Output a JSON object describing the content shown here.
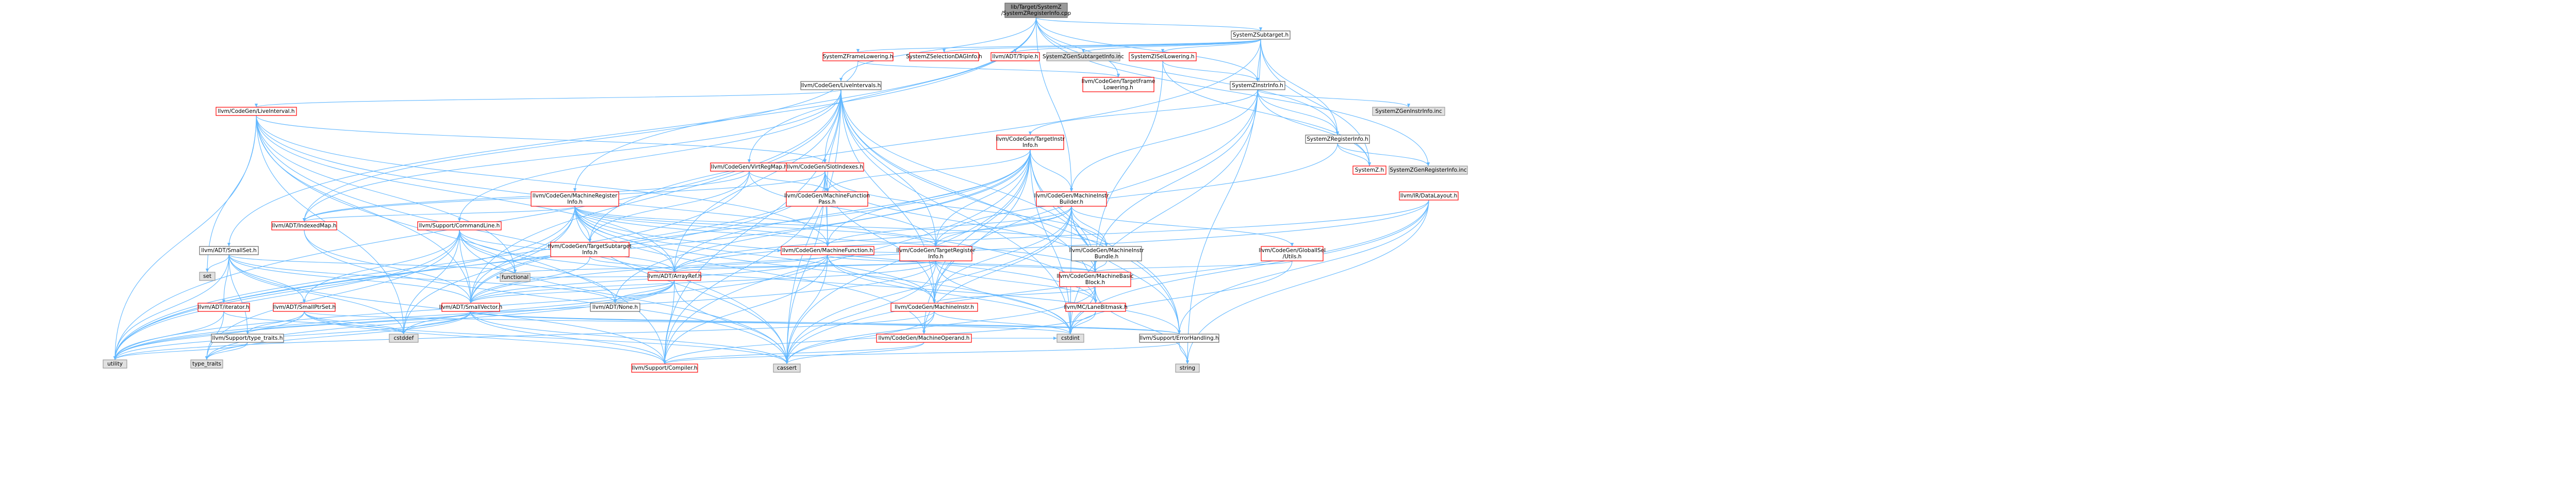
{
  "colors": {
    "root_fill": "#999999",
    "root_border": "#666666",
    "root_text": "#000000",
    "link_border": "#ff0000",
    "link_text": "#000000",
    "doc_border": "#666666",
    "doc_fill": "#ffffff",
    "ext_fill": "#e0e0e0",
    "ext_border": "#999999",
    "edge": "#63b8ff"
  },
  "nodes": [
    {
      "id": "root",
      "kind": "root",
      "lines": [
        "lib/Target/SystemZ",
        "/SystemZRegisterInfo.cpp"
      ]
    },
    {
      "id": "subtarget",
      "kind": "doc",
      "lines": [
        "SystemZSubtarget.h"
      ]
    },
    {
      "id": "framelowering",
      "kind": "link",
      "lines": [
        "SystemZFrameLowering.h"
      ]
    },
    {
      "id": "seldag",
      "kind": "link",
      "lines": [
        "SystemZSelectionDAGInfo.h"
      ]
    },
    {
      "id": "triple",
      "kind": "link",
      "lines": [
        "llvm/ADT/Triple.h"
      ]
    },
    {
      "id": "gensubtarget",
      "kind": "ext",
      "lines": [
        "SystemZGenSubtargetInfo.inc"
      ]
    },
    {
      "id": "isellowering",
      "kind": "link",
      "lines": [
        "SystemZISelLowering.h"
      ]
    },
    {
      "id": "liveintervals",
      "kind": "doc",
      "lines": [
        "llvm/CodeGen/LiveIntervals.h"
      ]
    },
    {
      "id": "tfl",
      "kind": "link",
      "lines": [
        "llvm/CodeGen/TargetFrame",
        "Lowering.h"
      ]
    },
    {
      "id": "instrinfo",
      "kind": "doc",
      "lines": [
        "SystemZInstrInfo.h"
      ]
    },
    {
      "id": "liveinterval",
      "kind": "link",
      "lines": [
        "llvm/CodeGen/LiveInterval.h"
      ]
    },
    {
      "id": "tii",
      "kind": "link",
      "lines": [
        "llvm/CodeGen/TargetInstr",
        "Info.h"
      ]
    },
    {
      "id": "genctrl",
      "kind": "ext",
      "lines": [
        "SystemZGenInstrInfo.inc"
      ]
    },
    {
      "id": "reginfo",
      "kind": "doc",
      "lines": [
        "SystemZRegisterInfo.h"
      ]
    },
    {
      "id": "virtregmap",
      "kind": "link",
      "lines": [
        "llvm/CodeGen/VirtRegMap.h"
      ]
    },
    {
      "id": "slotindexes",
      "kind": "link",
      "lines": [
        "llvm/CodeGen/SlotIndexes.h"
      ]
    },
    {
      "id": "systemzh",
      "kind": "link",
      "lines": [
        "SystemZ.h"
      ]
    },
    {
      "id": "genreginfo",
      "kind": "ext",
      "lines": [
        "SystemZGenRegisterInfo.inc"
      ]
    },
    {
      "id": "mri",
      "kind": "link",
      "lines": [
        "llvm/CodeGen/MachineRegister",
        "Info.h"
      ]
    },
    {
      "id": "mfpass",
      "kind": "link",
      "lines": [
        "llvm/CodeGen/MachineFunction",
        "Pass.h"
      ]
    },
    {
      "id": "mib",
      "kind": "link",
      "lines": [
        "llvm/CodeGen/MachineInstr",
        "Builder.h"
      ]
    },
    {
      "id": "datalayout",
      "kind": "link",
      "lines": [
        "llvm/IR/DataLayout.h"
      ]
    },
    {
      "id": "indexedmap",
      "kind": "link",
      "lines": [
        "llvm/ADT/IndexedMap.h"
      ]
    },
    {
      "id": "cmdline",
      "kind": "link",
      "lines": [
        "llvm/Support/CommandLine.h"
      ]
    },
    {
      "id": "tsi",
      "kind": "link",
      "lines": [
        "llvm/CodeGen/TargetSubtarget",
        "Info.h"
      ]
    },
    {
      "id": "mf",
      "kind": "link",
      "lines": [
        "llvm/CodeGen/MachineFunction.h"
      ]
    },
    {
      "id": "tri",
      "kind": "link",
      "lines": [
        "llvm/CodeGen/TargetRegister",
        "Info.h"
      ]
    },
    {
      "id": "mibundle",
      "kind": "doc",
      "lines": [
        "llvm/CodeGen/MachineInstr",
        "Bundle.h"
      ]
    },
    {
      "id": "gisel",
      "kind": "link",
      "lines": [
        "llvm/CodeGen/GlobalISel",
        "/Utils.h"
      ]
    },
    {
      "id": "smallset",
      "kind": "doc",
      "lines": [
        "llvm/ADT/SmallSet.h"
      ]
    },
    {
      "id": "arrayref",
      "kind": "link",
      "lines": [
        "llvm/ADT/ArrayRef.h"
      ]
    },
    {
      "id": "mbb",
      "kind": "link",
      "lines": [
        "llvm/CodeGen/MachineBasic",
        "Block.h"
      ]
    },
    {
      "id": "set",
      "kind": "ext",
      "lines": [
        "set"
      ]
    },
    {
      "id": "iterator",
      "kind": "link",
      "lines": [
        "llvm/ADT/iterator.h"
      ]
    },
    {
      "id": "smallptrset",
      "kind": "link",
      "lines": [
        "llvm/ADT/SmallPtrSet.h"
      ]
    },
    {
      "id": "functional",
      "kind": "ext",
      "lines": [
        "functional"
      ]
    },
    {
      "id": "smallvector",
      "kind": "link",
      "lines": [
        "llvm/ADT/SmallVector.h"
      ]
    },
    {
      "id": "none",
      "kind": "doc",
      "lines": [
        "llvm/ADT/None.h"
      ]
    },
    {
      "id": "machineinstr",
      "kind": "link",
      "lines": [
        "llvm/CodeGen/MachineInstr.h"
      ]
    },
    {
      "id": "lanebitmask",
      "kind": "link",
      "lines": [
        "llvm/MC/LaneBitmask.h"
      ]
    },
    {
      "id": "typetraitsllvm",
      "kind": "doc",
      "lines": [
        "llvm/Support/type_traits.h"
      ]
    },
    {
      "id": "cstddef",
      "kind": "ext",
      "lines": [
        "cstddef"
      ]
    },
    {
      "id": "machineoperand",
      "kind": "link",
      "lines": [
        "llvm/CodeGen/MachineOperand.h"
      ]
    },
    {
      "id": "cstdint",
      "kind": "ext",
      "lines": [
        "cstdint"
      ]
    },
    {
      "id": "errorhandling",
      "kind": "doc",
      "lines": [
        "llvm/Support/ErrorHandling.h"
      ]
    },
    {
      "id": "utility",
      "kind": "ext",
      "lines": [
        "utility"
      ]
    },
    {
      "id": "typetraits",
      "kind": "ext",
      "lines": [
        "type_traits"
      ]
    },
    {
      "id": "compiler",
      "kind": "link",
      "lines": [
        "llvm/Support/Compiler.h"
      ]
    },
    {
      "id": "cassert",
      "kind": "ext",
      "lines": [
        "cassert"
      ]
    },
    {
      "id": "string",
      "kind": "ext",
      "lines": [
        "string"
      ]
    }
  ],
  "edges": [
    [
      "root",
      "subtarget"
    ],
    [
      "root",
      "instrinfo"
    ],
    [
      "root",
      "reginfo"
    ],
    [
      "root",
      "liveintervals"
    ],
    [
      "root",
      "virtregmap"
    ],
    [
      "root",
      "mib"
    ],
    [
      "root",
      "tfl"
    ],
    [
      "root",
      "smallset"
    ],
    [
      "root",
      "mri"
    ],
    [
      "root",
      "genreginfo"
    ],
    [
      "subtarget",
      "framelowering"
    ],
    [
      "subtarget",
      "seldag"
    ],
    [
      "subtarget",
      "triple"
    ],
    [
      "subtarget",
      "gensubtarget"
    ],
    [
      "subtarget",
      "isellowering"
    ],
    [
      "subtarget",
      "instrinfo"
    ],
    [
      "subtarget",
      "reginfo"
    ],
    [
      "subtarget",
      "string"
    ],
    [
      "subtarget",
      "tsi"
    ],
    [
      "subtarget",
      "systemzh"
    ],
    [
      "framelowering",
      "tfl"
    ],
    [
      "framelowering",
      "indexedmap"
    ],
    [
      "isellowering",
      "instrinfo"
    ],
    [
      "isellowering",
      "systemzh"
    ],
    [
      "isellowering",
      "mbb"
    ],
    [
      "instrinfo",
      "tii"
    ],
    [
      "instrinfo",
      "genctrl"
    ],
    [
      "instrinfo",
      "reginfo"
    ],
    [
      "instrinfo",
      "systemzh"
    ],
    [
      "instrinfo",
      "mib"
    ],
    [
      "instrinfo",
      "mbb"
    ],
    [
      "instrinfo",
      "cstdint"
    ],
    [
      "instrinfo",
      "machineinstr"
    ],
    [
      "reginfo",
      "systemzh"
    ],
    [
      "reginfo",
      "genreginfo"
    ],
    [
      "reginfo",
      "tri"
    ],
    [
      "liveintervals",
      "liveinterval"
    ],
    [
      "liveintervals",
      "slotindexes"
    ],
    [
      "liveintervals",
      "mbb"
    ],
    [
      "liveintervals",
      "mfpass"
    ],
    [
      "liveintervals",
      "tri"
    ],
    [
      "liveintervals",
      "indexedmap"
    ],
    [
      "liveintervals",
      "smallvector"
    ],
    [
      "liveintervals",
      "arrayref"
    ],
    [
      "liveintervals",
      "cmdline"
    ],
    [
      "liveintervals",
      "compiler"
    ],
    [
      "liveintervals",
      "errorhandling"
    ],
    [
      "liveintervals",
      "cassert"
    ],
    [
      "liveintervals",
      "cstdint"
    ],
    [
      "liveintervals",
      "utility"
    ],
    [
      "liveintervals",
      "machineinstr"
    ],
    [
      "liveintervals",
      "lanebitmask"
    ],
    [
      "liveinterval",
      "arrayref"
    ],
    [
      "liveinterval",
      "smallvector"
    ],
    [
      "liveinterval",
      "slotindexes"
    ],
    [
      "liveinterval",
      "mf"
    ],
    [
      "liveinterval",
      "set"
    ],
    [
      "liveinterval",
      "utility"
    ],
    [
      "liveinterval",
      "cassert"
    ],
    [
      "liveinterval",
      "cstddef"
    ],
    [
      "liveinterval",
      "functional"
    ],
    [
      "liveinterval",
      "lanebitmask"
    ],
    [
      "liveinterval",
      "compiler"
    ],
    [
      "tii",
      "arrayref"
    ],
    [
      "tii",
      "mbb"
    ],
    [
      "tii",
      "mf"
    ],
    [
      "tii",
      "machineinstr"
    ],
    [
      "tii",
      "machineoperand"
    ],
    [
      "tii",
      "mib"
    ],
    [
      "tii",
      "tri"
    ],
    [
      "tii",
      "errorhandling"
    ],
    [
      "tii",
      "cassert"
    ],
    [
      "tii",
      "cstdint"
    ],
    [
      "tii",
      "utility"
    ],
    [
      "tii",
      "mfpass"
    ],
    [
      "tii",
      "smallvector"
    ],
    [
      "tii",
      "none"
    ],
    [
      "tii",
      "compiler"
    ],
    [
      "virtregmap",
      "indexedmap"
    ],
    [
      "virtregmap",
      "mfpass"
    ],
    [
      "virtregmap",
      "tri"
    ],
    [
      "virtregmap",
      "tsi"
    ],
    [
      "virtregmap",
      "utility"
    ],
    [
      "slotindexes",
      "mbb"
    ],
    [
      "slotindexes",
      "mf"
    ],
    [
      "slotindexes",
      "mfpass"
    ],
    [
      "slotindexes",
      "machineinstr"
    ],
    [
      "slotindexes",
      "mibundle"
    ],
    [
      "slotindexes",
      "compiler"
    ],
    [
      "slotindexes",
      "cassert"
    ],
    [
      "slotindexes",
      "utility"
    ],
    [
      "slotindexes",
      "indexedmap"
    ],
    [
      "slotindexes",
      "smallvector"
    ],
    [
      "mri",
      "arrayref"
    ],
    [
      "mri",
      "indexedmap"
    ],
    [
      "mri",
      "smallvector"
    ],
    [
      "mri",
      "mbb"
    ],
    [
      "mri",
      "mf"
    ],
    [
      "mri",
      "machineinstr"
    ],
    [
      "mri",
      "mibundle"
    ],
    [
      "mri",
      "machineoperand"
    ],
    [
      "mri",
      "tri"
    ],
    [
      "mri",
      "tsi"
    ],
    [
      "mri",
      "lanebitmask"
    ],
    [
      "mri",
      "cassert"
    ],
    [
      "mri",
      "cstddef"
    ],
    [
      "mri",
      "cstdint"
    ],
    [
      "mri",
      "utility"
    ],
    [
      "mfpass",
      "mf"
    ],
    [
      "mib",
      "arrayref"
    ],
    [
      "mib",
      "gisel"
    ],
    [
      "mib",
      "mbb"
    ],
    [
      "mib",
      "mf"
    ],
    [
      "mib",
      "machineinstr"
    ],
    [
      "mib",
      "mibundle"
    ],
    [
      "mib",
      "machineoperand"
    ],
    [
      "mib",
      "tri"
    ],
    [
      "mib",
      "errorhandling"
    ],
    [
      "mib",
      "cassert"
    ],
    [
      "mib",
      "cstdint"
    ],
    [
      "datalayout",
      "arrayref"
    ],
    [
      "datalayout",
      "smallvector"
    ],
    [
      "datalayout",
      "errorhandling"
    ],
    [
      "datalayout",
      "cassert"
    ],
    [
      "datalayout",
      "cstdint"
    ],
    [
      "datalayout",
      "string"
    ],
    [
      "indexedmap",
      "smallvector"
    ],
    [
      "indexedmap",
      "cassert"
    ],
    [
      "cmdline",
      "arrayref"
    ],
    [
      "cmdline",
      "none"
    ],
    [
      "cmdline",
      "smallptrset"
    ],
    [
      "cmdline",
      "smallvector"
    ],
    [
      "cmdline",
      "errorhandling"
    ],
    [
      "cmdline",
      "cassert"
    ],
    [
      "cmdline",
      "cstddef"
    ],
    [
      "cmdline",
      "functional"
    ],
    [
      "cmdline",
      "utility"
    ],
    [
      "cmdline",
      "typetraits"
    ],
    [
      "tsi",
      "arrayref"
    ],
    [
      "tsi",
      "smallvector"
    ],
    [
      "mf",
      "arrayref"
    ],
    [
      "mf",
      "smallvector"
    ],
    [
      "mf",
      "mbb"
    ],
    [
      "mf",
      "compiler"
    ],
    [
      "mf",
      "cassert"
    ],
    [
      "mf",
      "cstdint"
    ],
    [
      "mf",
      "utility"
    ],
    [
      "mf",
      "machineinstr"
    ],
    [
      "tri",
      "arrayref"
    ],
    [
      "tri",
      "smallvector"
    ],
    [
      "tri",
      "mf"
    ],
    [
      "tri",
      "lanebitmask"
    ],
    [
      "tri",
      "cassert"
    ],
    [
      "tri",
      "cstdint"
    ],
    [
      "tri",
      "functional"
    ],
    [
      "tri",
      "utility"
    ],
    [
      "tri",
      "mbb"
    ],
    [
      "mibundle",
      "mbb"
    ],
    [
      "gisel",
      "mbb"
    ],
    [
      "gisel",
      "cstdint"
    ],
    [
      "smallset",
      "smallptrset"
    ],
    [
      "smallset",
      "smallvector"
    ],
    [
      "smallset",
      "iterator"
    ],
    [
      "smallset",
      "typetraitsllvm"
    ],
    [
      "smallset",
      "compiler"
    ],
    [
      "smallset",
      "cstddef"
    ],
    [
      "smallset",
      "functional"
    ],
    [
      "smallset",
      "set"
    ],
    [
      "smallset",
      "utility"
    ],
    [
      "smallset",
      "none"
    ],
    [
      "arrayref",
      "none"
    ],
    [
      "arrayref",
      "smallvector"
    ],
    [
      "arrayref",
      "compiler"
    ],
    [
      "arrayref",
      "cassert"
    ],
    [
      "arrayref",
      "cstddef"
    ],
    [
      "arrayref",
      "functional"
    ],
    [
      "arrayref",
      "typetraits"
    ],
    [
      "arrayref",
      "utility"
    ],
    [
      "mbb",
      "machineinstr"
    ],
    [
      "mbb",
      "lanebitmask"
    ],
    [
      "mbb",
      "cassert"
    ],
    [
      "mbb",
      "cstdint"
    ],
    [
      "mbb",
      "string"
    ],
    [
      "iterator",
      "cstddef"
    ],
    [
      "iterator",
      "typetraits"
    ],
    [
      "iterator",
      "utility"
    ],
    [
      "smallptrset",
      "compiler"
    ],
    [
      "smallptrset",
      "cassert"
    ],
    [
      "smallptrset",
      "cstddef"
    ],
    [
      "smallptrset",
      "utility"
    ],
    [
      "smallptrset",
      "typetraitsllvm"
    ],
    [
      "smallptrset",
      "errorhandling"
    ],
    [
      "smallvector",
      "compiler"
    ],
    [
      "smallvector",
      "cassert"
    ],
    [
      "smallvector",
      "cstddef"
    ],
    [
      "smallvector",
      "cstdint"
    ],
    [
      "smallvector",
      "utility"
    ],
    [
      "smallvector",
      "typetraitsllvm"
    ],
    [
      "smallvector",
      "errorhandling"
    ],
    [
      "smallvector",
      "typetraits"
    ],
    [
      "machineinstr",
      "machineoperand"
    ],
    [
      "machineinstr",
      "cassert"
    ],
    [
      "machineinstr",
      "cstdint"
    ],
    [
      "machineinstr",
      "utility"
    ],
    [
      "lanebitmask",
      "compiler"
    ],
    [
      "lanebitmask",
      "cstdint"
    ],
    [
      "typetraitsllvm",
      "typetraits"
    ],
    [
      "typetraitsllvm",
      "utility"
    ],
    [
      "machineoperand",
      "cassert"
    ],
    [
      "machineoperand",
      "cstdint"
    ],
    [
      "machineoperand",
      "compiler"
    ],
    [
      "errorhandling",
      "compiler"
    ],
    [
      "errorhandling",
      "string"
    ]
  ]
}
